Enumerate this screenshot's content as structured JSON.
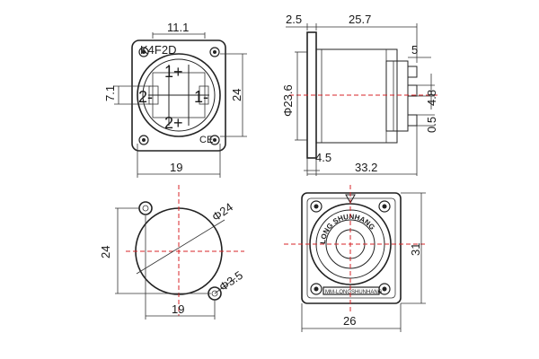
{
  "drawing": {
    "front_view": {
      "model": "K4F2D",
      "width_top": "11.1",
      "height_left": "7.1",
      "height_right": "24",
      "width_bottom": "19",
      "pin_labels": [
        "1+",
        "1-",
        "2-",
        "2+"
      ],
      "ce_mark": "CE"
    },
    "side_view": {
      "flange": "2.5",
      "depth": "25.7",
      "pin_offset": "5",
      "diameter": "Φ23.6",
      "pin_height": "4.8",
      "pin_thickness": "0.5",
      "flange_bottom": "4.5",
      "total_depth": "33.2"
    },
    "cutout_view": {
      "diameter": "Φ24",
      "height": "24",
      "hole": "Φ3.5",
      "width": "19"
    },
    "rear_view": {
      "height": "31",
      "width": "26",
      "brand_text": "MM-LONGSHUNHANG",
      "ring_text": "LONG SHUNHANG"
    }
  }
}
